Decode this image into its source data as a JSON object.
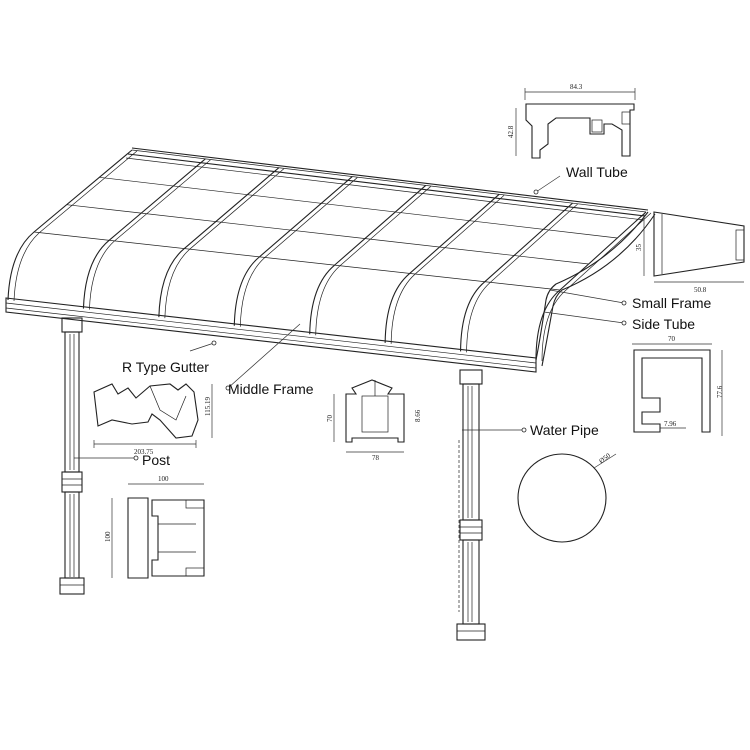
{
  "labels": {
    "wall_tube": "Wall Tube",
    "small_frame": "Small Frame",
    "side_tube": "Side Tube",
    "r_type_gutter": "R Type Gutter",
    "middle_frame": "Middle Frame",
    "water_pipe": "Water Pipe",
    "post": "Post"
  },
  "dimensions": {
    "wall_tube_width": "84.3",
    "wall_tube_height": "42.8",
    "small_frame_height": "35",
    "small_frame_width": "50.8",
    "side_tube_width": "70",
    "side_tube_height": "77.6",
    "side_tube_lip": "7.96",
    "gutter_height": "115.19",
    "gutter_width": "203.75",
    "middle_frame_height": "70",
    "middle_frame_width": "78",
    "middle_frame_flange": "8.66",
    "water_pipe_diameter": "Ø50",
    "post_width": "100",
    "post_height": "100"
  },
  "colors": {
    "line": "#222222",
    "background": "#ffffff"
  }
}
